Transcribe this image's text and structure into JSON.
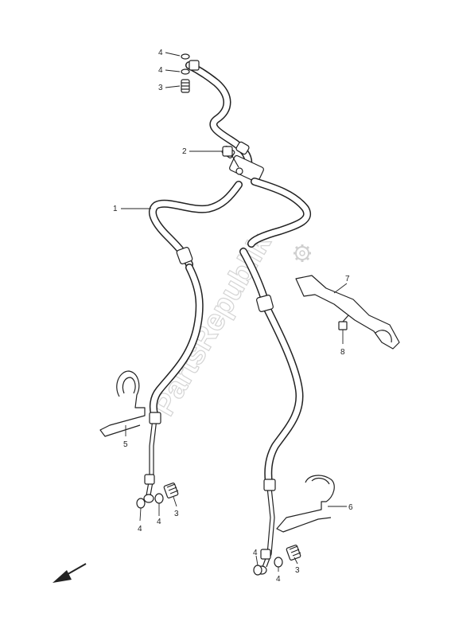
{
  "watermark": {
    "text": "PartsRepublik",
    "icon": "gear-icon"
  },
  "callouts": {
    "c1": "1",
    "c2": "2",
    "c3_top": "3",
    "c4_top_a": "4",
    "c4_top_b": "4",
    "c5": "5",
    "c6": "6",
    "c7": "7",
    "c8": "8",
    "c3_left": "3",
    "c4_left_a": "4",
    "c4_left_b": "4",
    "c3_right": "3",
    "c4_right_a": "4",
    "c4_right_b": "4"
  },
  "direction_arrow": {
    "icon": "arrow-down-left-icon"
  }
}
